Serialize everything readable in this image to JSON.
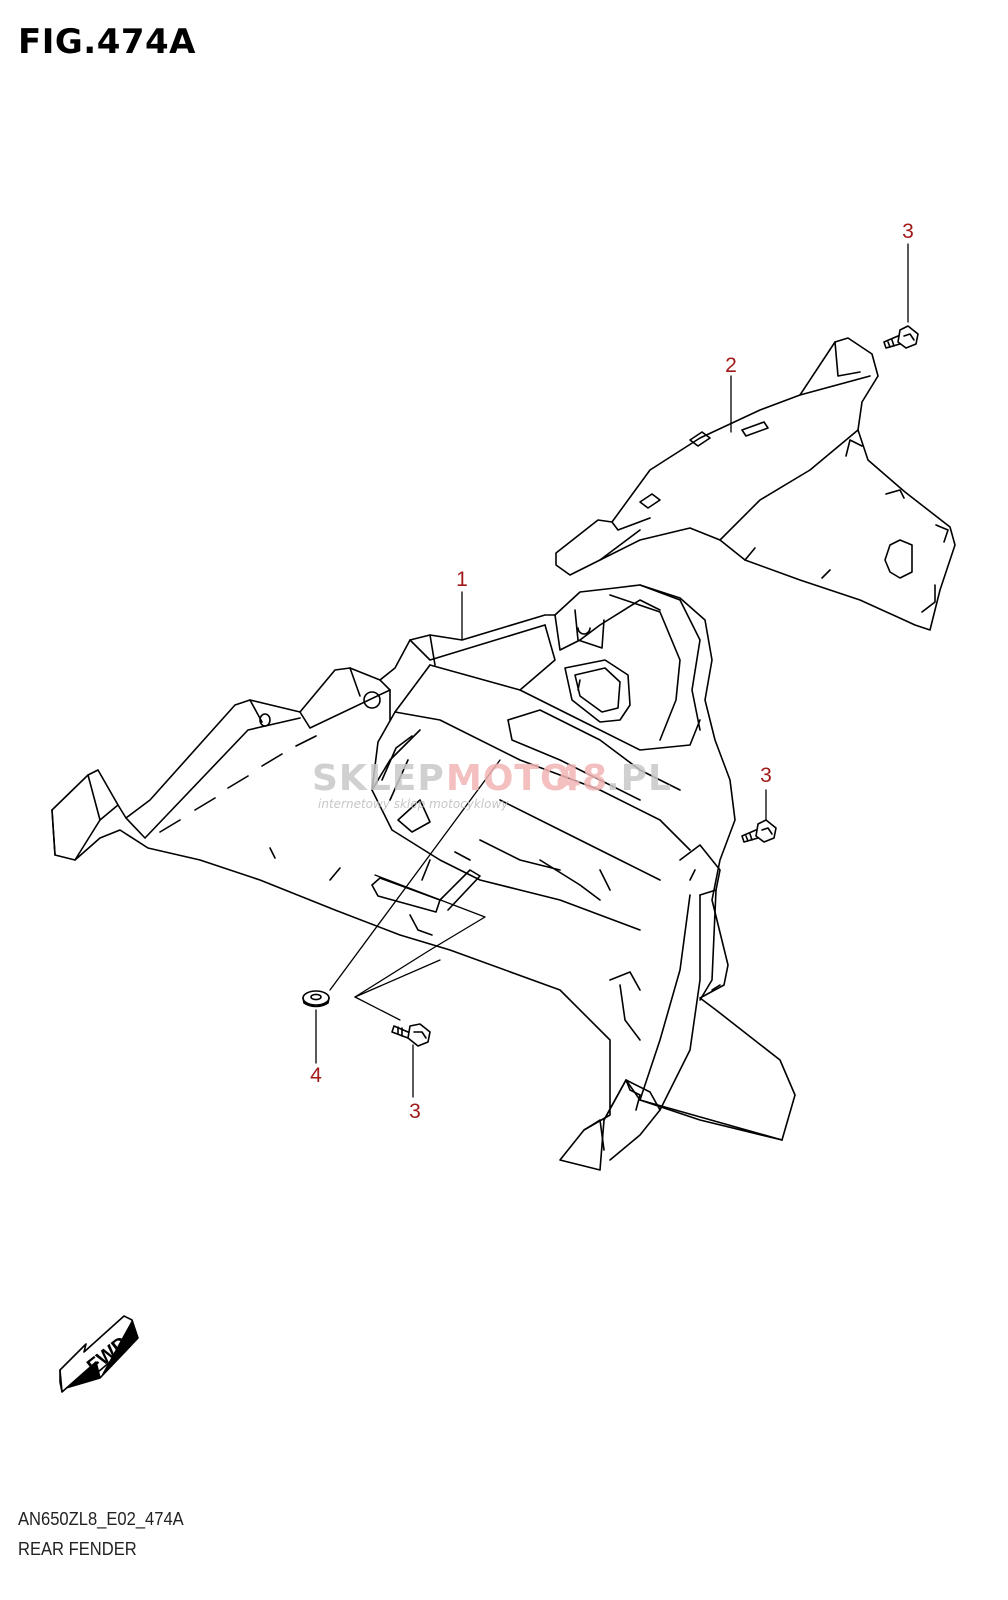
{
  "figure": {
    "title": "FIG.474A",
    "code": "AN650ZL8_E02_474A",
    "name": "REAR FENDER"
  },
  "callouts": [
    {
      "id": "part-1",
      "label": "1"
    },
    {
      "id": "part-2",
      "label": "2"
    },
    {
      "id": "part-3-top",
      "label": "3"
    },
    {
      "id": "part-3-right",
      "label": "3"
    },
    {
      "id": "part-3-bottom",
      "label": "3"
    },
    {
      "id": "part-4",
      "label": "4"
    }
  ],
  "fwd_arrow": {
    "label": "FWD"
  },
  "watermark": {
    "text_a": "SKLEP",
    "text_b": "MOTO",
    "text_c": "48",
    "text_d": ".PL",
    "subtitle": "internetowy sklep motocyklowy"
  },
  "colors": {
    "line": "#000000",
    "callout": "#a01a1a",
    "watermark_grey": "#c8c8c8",
    "watermark_red": "#f2b4b4"
  }
}
